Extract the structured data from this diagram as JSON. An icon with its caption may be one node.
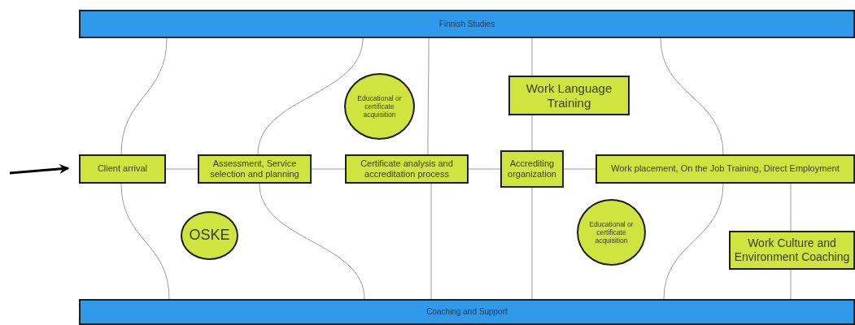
{
  "diagram": {
    "nodes": [
      {
        "text": [
          "Finnish Studies"
        ]
      },
      {
        "text": [
          "Coaching and Support"
        ]
      },
      {
        "text": [
          "Client arrival"
        ]
      },
      {
        "text": [
          "Assessment, Service selection and planning"
        ]
      },
      {
        "text": [
          "Certificate analysis and accreditation process"
        ]
      },
      {
        "text": [
          "Accrediting organization"
        ]
      },
      {
        "text": [
          "Work placement, On the Job Training, Direct Employment"
        ]
      },
      {
        "text": [
          "Educational or certificate acquisition"
        ]
      },
      {
        "text": [
          "Work Language Training"
        ]
      },
      {
        "text": [
          "OSKE"
        ]
      },
      {
        "text": [
          "Educational or certificate acquisition"
        ]
      },
      {
        "text": [
          "Work Culture and Environment Coaching"
        ]
      }
    ],
    "edges": [
      {
        "from": null,
        "to": 2,
        "arrow": "to",
        "style": "thick",
        "color": "#000000"
      },
      {
        "from": 2,
        "to": 3,
        "arrow": "none"
      },
      {
        "from": 3,
        "to": 4,
        "arrow": "none"
      },
      {
        "from": 4,
        "to": 5,
        "arrow": "none"
      },
      {
        "from": 5,
        "to": 6,
        "arrow": "none"
      },
      {
        "from": 0,
        "to": 2,
        "arrow": "none"
      },
      {
        "from": 2,
        "to": 1,
        "arrow": "none"
      },
      {
        "from": 0,
        "to": 3,
        "arrow": "none"
      },
      {
        "from": 3,
        "to": 1,
        "arrow": "none"
      },
      {
        "from": 0,
        "to": 4,
        "arrow": "none"
      },
      {
        "from": 4,
        "to": 1,
        "arrow": "none"
      },
      {
        "from": 0,
        "to": 8,
        "arrow": "none"
      },
      {
        "from": 8,
        "to": 5,
        "arrow": "none"
      },
      {
        "from": 5,
        "to": 1,
        "arrow": "none"
      },
      {
        "from": 0,
        "to": 6,
        "arrow": "none"
      },
      {
        "from": 6,
        "to": 1,
        "arrow": "none"
      },
      {
        "from": 6,
        "to": 11,
        "arrow": "none"
      },
      {
        "from": 11,
        "to": 1,
        "arrow": "none"
      }
    ]
  }
}
